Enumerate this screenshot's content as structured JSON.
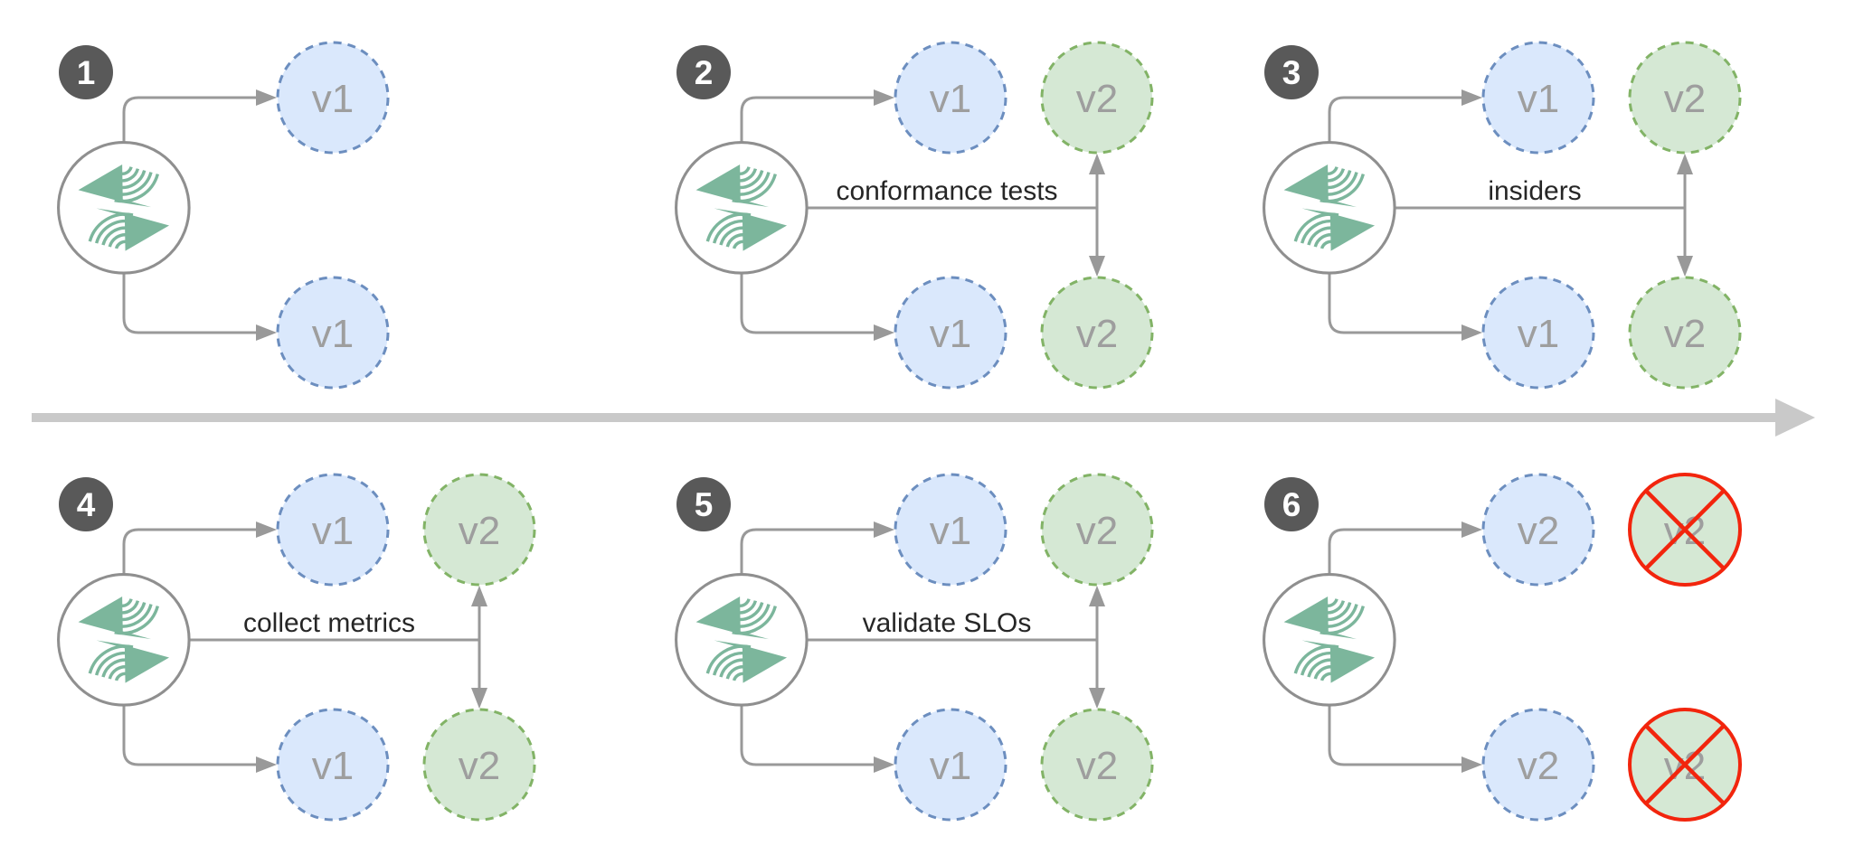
{
  "diagram": {
    "type": "api-version-migration-flow",
    "rows": 2,
    "steps_per_row": 3,
    "timeline": "left-to-right gray arrow divider between rows"
  },
  "panels": [
    {
      "number": "1",
      "col1_top": "v1",
      "col1_bottom": "v1"
    },
    {
      "number": "2",
      "label": "conformance tests",
      "col1_top": "v1",
      "col1_bottom": "v1",
      "col2_top": "v2",
      "col2_bottom": "v2"
    },
    {
      "number": "3",
      "label": "insiders",
      "col1_top": "v1",
      "col1_bottom": "v1",
      "col2_top": "v2",
      "col2_bottom": "v2"
    },
    {
      "number": "4",
      "label": "collect metrics",
      "col1_top": "v1",
      "col1_bottom": "v1",
      "col2_top": "v2",
      "col2_bottom": "v2"
    },
    {
      "number": "5",
      "label": "validate SLOs",
      "col1_top": "v1",
      "col1_bottom": "v1",
      "col2_top": "v2",
      "col2_bottom": "v2"
    },
    {
      "number": "6",
      "col1_top": "v2",
      "col1_bottom": "v2",
      "col2_top": "v2",
      "col2_bottom": "v2",
      "col2_state": "crossed-out"
    }
  ],
  "colors": {
    "v1_node_fill": "#dae8fc",
    "v1_node_stroke": "#6c8ebf",
    "v2_node_fill": "#d5e8d4",
    "v2_node_stroke": "#82b366",
    "deprecated_red": "#f2250d",
    "badge_background": "#595959",
    "badge_text": "#ffffff",
    "arrow_gray": "#999999",
    "timeline_gray": "#c9c9c9",
    "logo_green": "#7cb69c",
    "logo_ring_gray": "#8f8f8f",
    "edge_label_text": "#262626",
    "version_text": "#9e9e9e"
  },
  "icons": {
    "logo": "product-logo-icon (two green pennants with wind arcs in a circle)",
    "cross": "cross-out-icon (red X over deprecated node)",
    "timeline": "timeline-arrow-icon (thick gray arrow pointing right)"
  }
}
